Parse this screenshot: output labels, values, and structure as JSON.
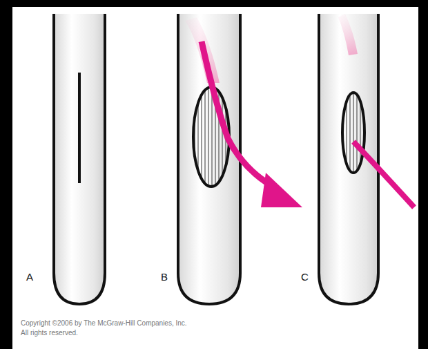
{
  "diagram": {
    "labels": [
      "A",
      "B",
      "C",
      "Copyright ©2006 by The McGraw-Hill Companies, Inc.",
      "All rights reserved."
    ]
  }
}
